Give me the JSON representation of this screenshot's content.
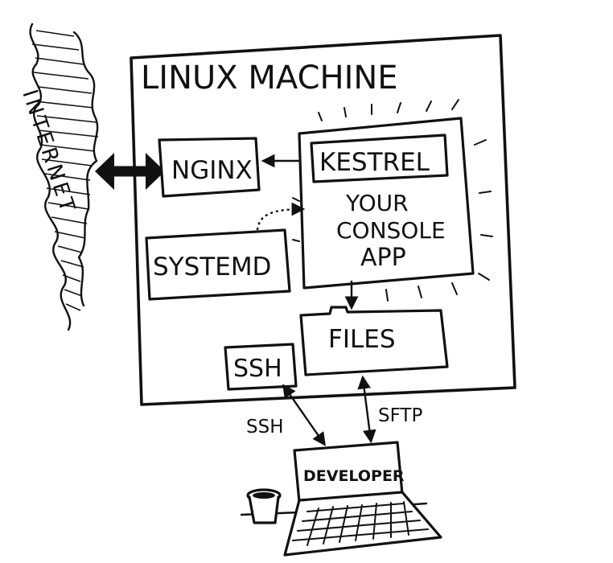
{
  "diagram": {
    "internet_label": "INTERNET",
    "machine_label": "LINUX MACHINE",
    "nodes": {
      "nginx": "NGINX",
      "kestrel": "KESTREL",
      "app_line1": "YOUR",
      "app_line2": "CONSOLE",
      "app_line3": "APP",
      "systemd": "SYSTEMD",
      "files": "FILES",
      "ssh": "SSH",
      "developer": "DEVELOPER"
    },
    "connections": {
      "ssh_label": "SSH",
      "sftp_label": "SFTP"
    },
    "icons": [
      "cloud-icon",
      "laptop-icon",
      "coffee-cup-icon",
      "folder-icon"
    ]
  }
}
